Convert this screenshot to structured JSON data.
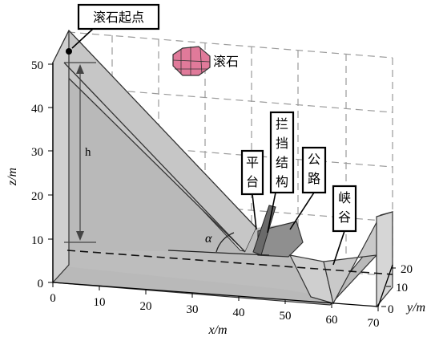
{
  "axes": {
    "x_label": "x/m",
    "y_label": "y/m",
    "z_label": "z/m",
    "x_ticks": [
      "0",
      "10",
      "20",
      "30",
      "40",
      "50",
      "60",
      "70"
    ],
    "y_ticks": [
      "0",
      "10",
      "20"
    ],
    "z_ticks": [
      "0",
      "10",
      "20",
      "30",
      "40",
      "50"
    ]
  },
  "labels": {
    "start_point": "滚石起点",
    "rock": "滚石",
    "platform": "平台",
    "barrier": "拦挡结构",
    "road": "公路",
    "canyon": "峡谷",
    "height": "h",
    "angle": "α"
  },
  "colors": {
    "terrain_fill": "#c4c4c4",
    "terrain_face": "#b4b4b4",
    "rock": "#e07a9a",
    "grid": "#9a9a9a"
  }
}
